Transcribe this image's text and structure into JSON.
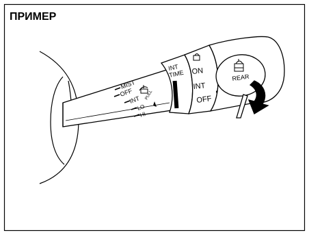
{
  "heading": "ПРИМЕР",
  "front_wiper": {
    "positions": [
      "MIST",
      "OFF",
      "INT",
      "LO",
      "HI"
    ],
    "pull_label": "PULL"
  },
  "int_time_label": [
    "INT",
    "TIME"
  ],
  "rear_ring": {
    "positions": [
      "ON",
      "INT",
      "OFF"
    ]
  },
  "rear_knob_label": "REAR"
}
